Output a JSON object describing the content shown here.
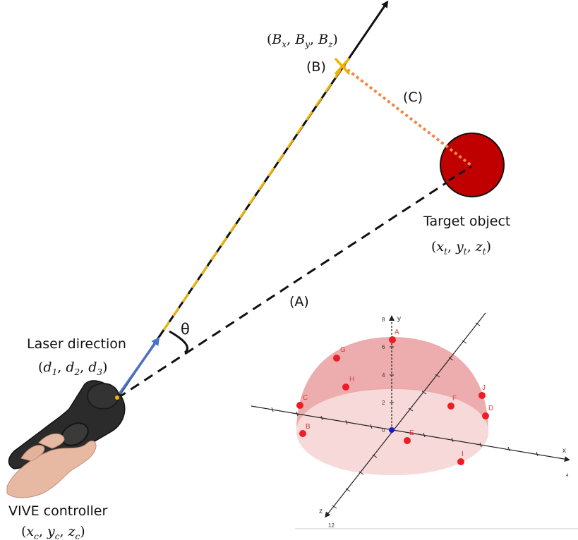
{
  "labels": {
    "point_b_coords": {
      "open": "(",
      "Bx": "B",
      "Bx_sub": "x",
      "sep1": ", ",
      "By": "B",
      "By_sub": "y",
      "sep2": ", ",
      "Bz": "B",
      "Bz_sub": "z",
      "close": ")"
    },
    "point_b": "(B)",
    "segment_c": "(C)",
    "segment_a": "(A)",
    "angle": "θ",
    "target_title": "Target object",
    "target_coords": {
      "open": "(",
      "x": "x",
      "x_sub": "t",
      "sep1": ", ",
      "y": "y",
      "y_sub": "t",
      "sep2": ", ",
      "z": "z",
      "z_sub": "t",
      "close": ")"
    },
    "laser_title": "Laser direction",
    "laser_coords": {
      "open": "(",
      "d1": "d",
      "d1_sub": "1",
      "sep1": ", ",
      "d2": "d",
      "d2_sub": "2",
      "sep2": ", ",
      "d3": "d",
      "d3_sub": "3",
      "close": ")"
    },
    "controller_title": "VIVE controller",
    "controller_coords": {
      "open": "(",
      "x": "x",
      "x_sub": "c",
      "sep1": ", ",
      "y": "y",
      "y_sub": "c",
      "sep2": ", ",
      "z": "z",
      "z_sub": "c",
      "close": ")"
    }
  },
  "inset_plot": {
    "axis_labels": {
      "x": "x",
      "y": "y",
      "z": "z"
    },
    "y_ticks": [
      "8",
      "6",
      "4",
      "2",
      "0"
    ],
    "z_tick": "12",
    "x_tick": "4",
    "points": [
      "A",
      "G",
      "H",
      "C",
      "B",
      "E",
      "F",
      "J",
      "D",
      "I"
    ]
  },
  "colors": {
    "laser_line": "#111111",
    "laser_dash": "#f0b400",
    "distance_c": "#ee8844",
    "target_fill": "#c00000",
    "direction_arrow": "#4a72c4",
    "hemisphere": "#e8888a",
    "point": "#ee1c24",
    "origin": "#1a1acc"
  }
}
